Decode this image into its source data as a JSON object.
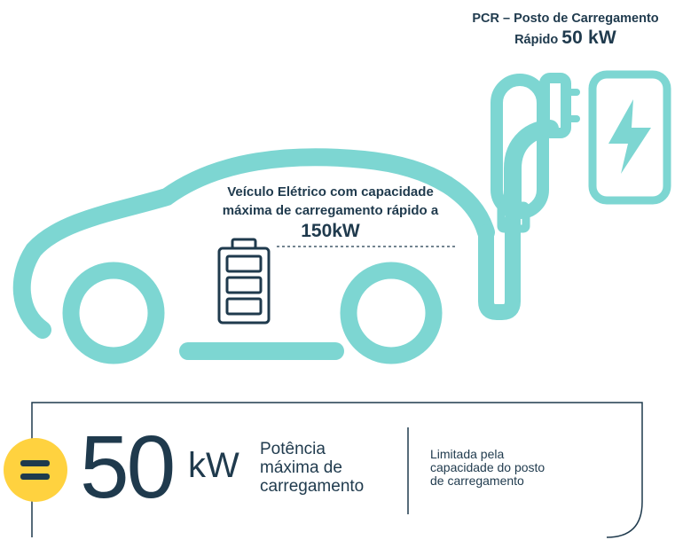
{
  "colors": {
    "car_outline": "#7dd6d2",
    "text": "#1f3a4d",
    "accent_yellow": "#ffd23f",
    "battery": "#1f3a4d"
  },
  "station": {
    "label": "PCR – Posto de Carregamento",
    "label_cont": "Rápido",
    "power": "50 kW",
    "icon": "lightning-bolt-icon"
  },
  "vehicle": {
    "line1": "Veículo Elétrico com capacidade",
    "line2": "máxima de carregamento rápido a",
    "power": "150kW",
    "icon": "battery-icon"
  },
  "summary": {
    "equals_icon": "equals-icon",
    "value": "50",
    "unit": "kW",
    "power_label": [
      "Potência",
      "máxima de",
      "carregamento"
    ],
    "limit_label": [
      "Limitada pela",
      "capacidade do posto",
      "de carregamento"
    ]
  }
}
